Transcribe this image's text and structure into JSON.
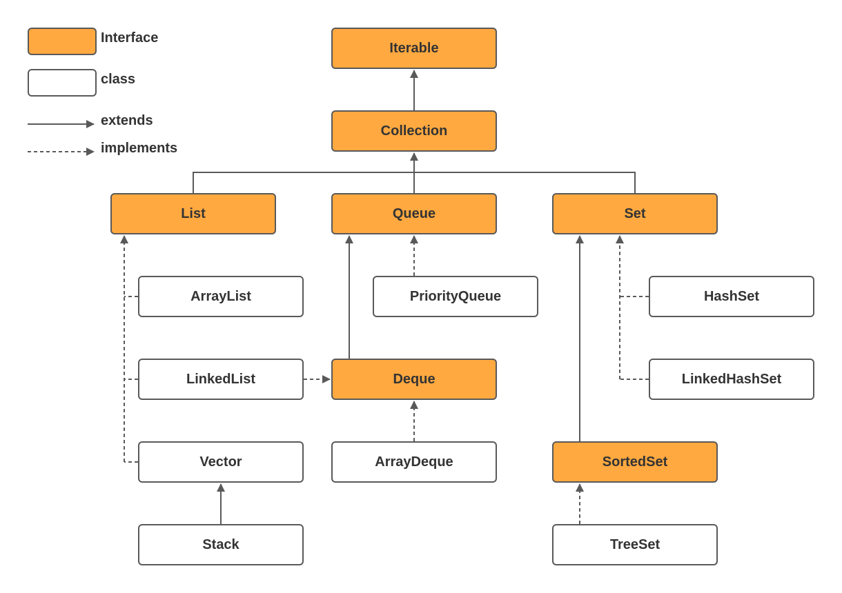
{
  "colors": {
    "interface_fill": "#ffa940",
    "class_fill": "#ffffff",
    "stroke": "#595959",
    "text": "#333333"
  },
  "legend": {
    "interface": "Interface",
    "class": "class",
    "extends": "extends",
    "implements": "implements"
  },
  "nodes": {
    "iterable": {
      "label": "Iterable",
      "kind": "interface"
    },
    "collection": {
      "label": "Collection",
      "kind": "interface"
    },
    "list": {
      "label": "List",
      "kind": "interface"
    },
    "queue": {
      "label": "Queue",
      "kind": "interface"
    },
    "set": {
      "label": "Set",
      "kind": "interface"
    },
    "arraylist": {
      "label": "ArrayList",
      "kind": "class"
    },
    "priorityqueue": {
      "label": "PriorityQueue",
      "kind": "class"
    },
    "hashset": {
      "label": "HashSet",
      "kind": "class"
    },
    "linkedlist": {
      "label": "LinkedList",
      "kind": "class"
    },
    "deque": {
      "label": "Deque",
      "kind": "interface"
    },
    "linkedhashset": {
      "label": "LinkedHashSet",
      "kind": "class"
    },
    "vector": {
      "label": "Vector",
      "kind": "class"
    },
    "arraydeque": {
      "label": "ArrayDeque",
      "kind": "class"
    },
    "sortedset": {
      "label": "SortedSet",
      "kind": "interface"
    },
    "stack": {
      "label": "Stack",
      "kind": "class"
    },
    "treeset": {
      "label": "TreeSet",
      "kind": "class"
    }
  },
  "edges": [
    {
      "from": "collection",
      "to": "iterable",
      "type": "extends"
    },
    {
      "from": "list",
      "to": "collection",
      "type": "extends"
    },
    {
      "from": "queue",
      "to": "collection",
      "type": "extends"
    },
    {
      "from": "set",
      "to": "collection",
      "type": "extends"
    },
    {
      "from": "arraylist",
      "to": "list",
      "type": "implements"
    },
    {
      "from": "linkedlist",
      "to": "list",
      "type": "implements"
    },
    {
      "from": "vector",
      "to": "list",
      "type": "implements"
    },
    {
      "from": "stack",
      "to": "vector",
      "type": "extends"
    },
    {
      "from": "linkedlist",
      "to": "deque",
      "type": "implements"
    },
    {
      "from": "deque",
      "to": "queue",
      "type": "extends"
    },
    {
      "from": "priorityqueue",
      "to": "queue",
      "type": "implements"
    },
    {
      "from": "arraydeque",
      "to": "deque",
      "type": "implements"
    },
    {
      "from": "hashset",
      "to": "set",
      "type": "implements"
    },
    {
      "from": "linkedhashset",
      "to": "set",
      "type": "implements"
    },
    {
      "from": "sortedset",
      "to": "set",
      "type": "extends"
    },
    {
      "from": "treeset",
      "to": "sortedset",
      "type": "implements"
    }
  ]
}
